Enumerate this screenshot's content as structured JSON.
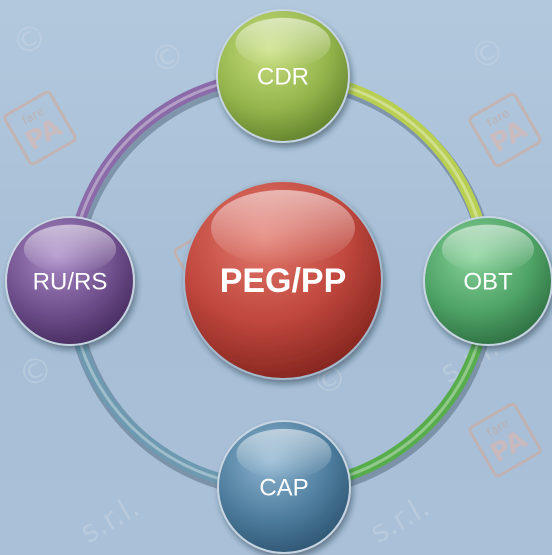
{
  "diagram": {
    "center": {
      "label": "PEG/PP",
      "color": "#c0473d"
    },
    "nodes": [
      {
        "id": "cdr",
        "label": "CDR",
        "color": "#94b54c"
      },
      {
        "id": "obt",
        "label": "OBT",
        "color": "#4ea265"
      },
      {
        "id": "cap",
        "label": "CAP",
        "color": "#4d7c9d"
      },
      {
        "id": "ruRs",
        "label": "RU/RS",
        "color": "#6f4f8c"
      }
    ],
    "arcs": [
      {
        "from": "cdr",
        "to": "obt",
        "color": "#b8cf52"
      },
      {
        "from": "obt",
        "to": "cap",
        "color": "#57ad4c"
      },
      {
        "from": "cap",
        "to": "ruRs",
        "color": "#6d9ab0"
      },
      {
        "from": "ruRs",
        "to": "cdr",
        "color": "#8a6aa8"
      }
    ]
  },
  "watermark": {
    "copyright": "©",
    "logo_top": "fare",
    "logo_main": "PA",
    "suffix": "s.r.l."
  }
}
